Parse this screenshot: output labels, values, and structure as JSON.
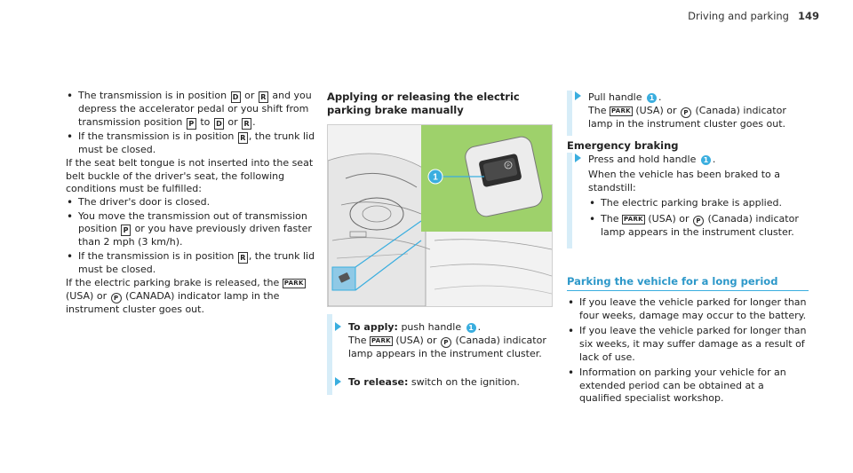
{
  "header": {
    "section": "Driving and parking",
    "page": "149"
  },
  "keys": {
    "park": "PARK",
    "P": "P",
    "R": "R",
    "D": "D",
    "canada": "P"
  },
  "col1": {
    "b1": {
      "t1": "The transmission is in position ",
      "t2": " or ",
      "t3": " and you depress the accelerator pedal or you shift from transmission position ",
      "t4": " to ",
      "t5": " or ",
      "t6": "."
    },
    "b2": {
      "t1": "If the transmission is in position ",
      "t2": ", the trunk lid must be closed."
    },
    "p1": "If the seat belt tongue is not inserted into the seat belt buckle of the driver's seat, the following conditions must be fulfilled:",
    "b3": "The driver's door is closed.",
    "b4": {
      "t1": "You move the transmission out of transmission position ",
      "t2": " or you have previously driven faster than 2 mph (3 km/h)."
    },
    "b5": {
      "t1": "If the transmission is in position ",
      "t2": ", the trunk lid must be closed."
    },
    "p2": {
      "t1": "If the electric parking brake is released, the ",
      "t2": " (USA) or ",
      "t3": " (CANADA) indicator lamp in the instrument cluster goes out."
    }
  },
  "col2": {
    "heading": "Applying or releasing the electric parking brake manually",
    "figure_callout": "1",
    "apply": {
      "label": "To apply:",
      "t1": " push handle ",
      "callout": "1",
      "t2": ".",
      "t3": "The ",
      "t4": " (USA) or ",
      "t5": " (Canada) indicator lamp appears in the instrument cluster."
    },
    "release": {
      "label": "To release:",
      "t1": " switch on the ignition."
    }
  },
  "col3": {
    "pull": {
      "t1": "Pull handle ",
      "callout": "1",
      "t2": ".",
      "t3": "The ",
      "t4": " (USA) or ",
      "t5": " (Canada) indicator lamp in the instrument cluster goes out."
    },
    "emergency_heading": "Emergency braking",
    "press": {
      "t1": "Press and hold handle ",
      "callout": "1",
      "t2": ".",
      "p": "When the vehicle has been braked to a standstill:"
    },
    "sub1": "The electric parking brake is applied.",
    "sub2": {
      "t1": "The ",
      "t2": " (USA) or ",
      "t3": " (Canada) indicator lamp appears in the instrument cluster."
    },
    "section_title": "Parking the vehicle for a long period",
    "b1": "If you leave the vehicle parked for longer than four weeks, damage may occur to the battery.",
    "b2": "If you leave the vehicle parked for longer than six weeks, it may suffer damage as a result of lack of use.",
    "b3": "Information on parking your vehicle for an extended period can be obtained at a qualified specialist workshop."
  }
}
